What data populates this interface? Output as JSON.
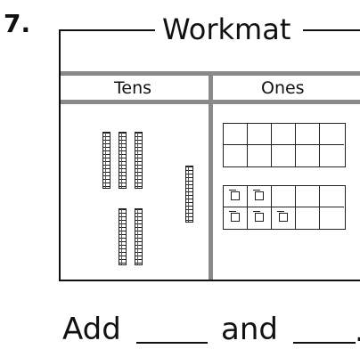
{
  "problem": {
    "number": "7."
  },
  "workmat": {
    "title": "Workmat",
    "tens_label": "Tens",
    "ones_label": "Ones",
    "tens_rods": 6,
    "ones_cubes": 5
  },
  "sentence": {
    "add": "Add",
    "and": "and",
    "period": "."
  }
}
